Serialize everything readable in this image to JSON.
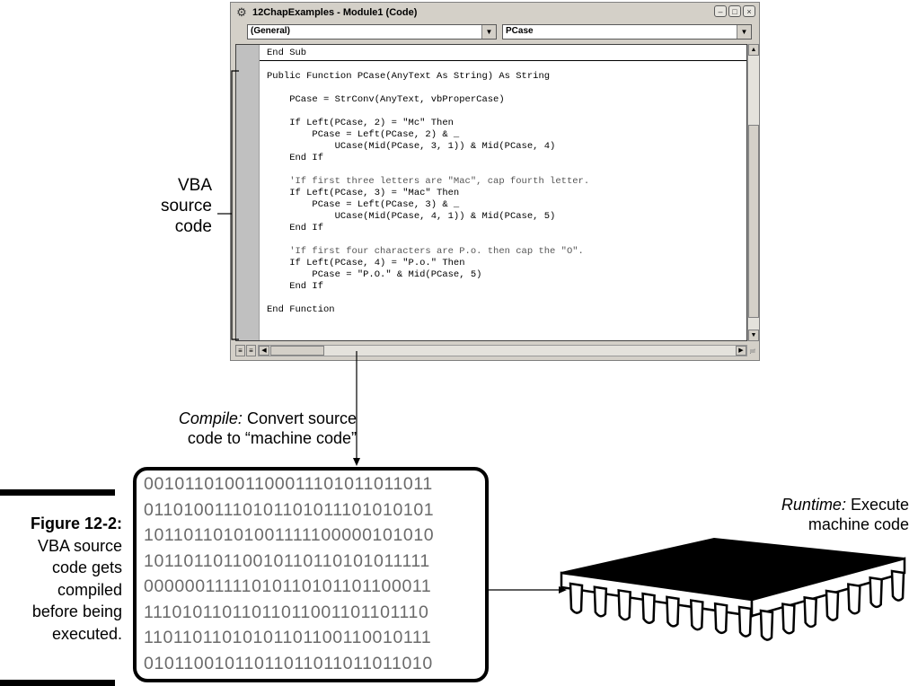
{
  "window": {
    "title": "12ChapExamples - Module1 (Code)",
    "object_combo": "(General)",
    "procedure_combo": "PCase"
  },
  "code": {
    "lines": [
      "End Sub",
      "",
      "Public Function PCase(AnyText As String) As String",
      "",
      "    PCase = StrConv(AnyText, vbProperCase)",
      "",
      "    If Left(PCase, 2) = \"Mc\" Then",
      "        PCase = Left(PCase, 2) & _",
      "            UCase(Mid(PCase, 3, 1)) & Mid(PCase, 4)",
      "    End If",
      "",
      "    'If first three letters are \"Mac\", cap fourth letter.",
      "    If Left(PCase, 3) = \"Mac\" Then",
      "        PCase = Left(PCase, 3) & _",
      "            UCase(Mid(PCase, 4, 1)) & Mid(PCase, 5)",
      "    End If",
      "",
      "    'If first four characters are P.o. then cap the \"O\".",
      "    If Left(PCase, 4) = \"P.o.\" Then",
      "        PCase = \"P.O.\" & Mid(PCase, 5)",
      "    End If",
      "",
      "End Function"
    ]
  },
  "annotations": {
    "vba_line1": "VBA",
    "vba_line2": "source",
    "vba_line3": "code",
    "compile_italic": "Compile:",
    "compile_rest": " Convert source",
    "compile_line2": "code to “machine code”",
    "runtime_italic": "Runtime:",
    "runtime_rest": " Execute",
    "runtime_line2": "machine code"
  },
  "machine_code": [
    "00101101001100011101011011011",
    "01101001110101101011101010101",
    "10110110101001111100000101010",
    "10110110110010110110101011111",
    "00000011111010110101101100011",
    "11101011011011011001101101110",
    "11011011010101101100110010111",
    "01011001011011011011011011010"
  ],
  "caption": {
    "figure_number": "Figure 12-2:",
    "line1": "VBA source",
    "line2": "code gets",
    "line3": "compiled",
    "line4": "before being",
    "line5": "executed."
  }
}
